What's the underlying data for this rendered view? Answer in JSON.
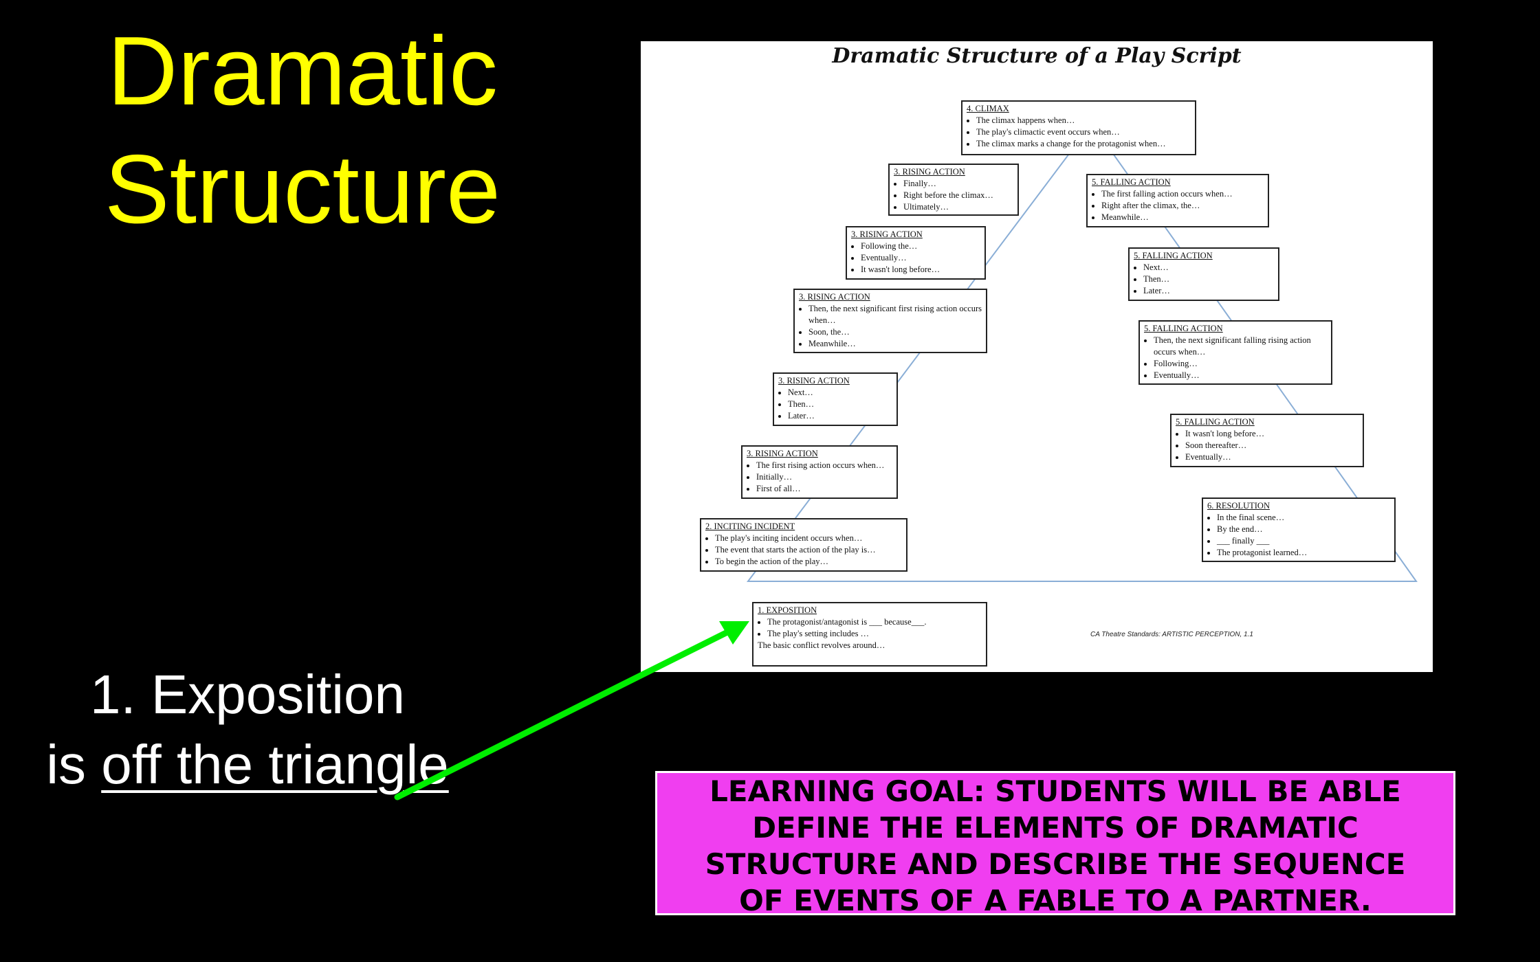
{
  "title": {
    "line1": "Dramatic",
    "line2": "Structure"
  },
  "caption": {
    "line1": "1. Exposition",
    "line2_prefix": "is ",
    "line2_underlined": "off the triangle"
  },
  "worksheet": {
    "title": "Dramatic Structure of a Play Script",
    "boxes": [
      {
        "heading": "4. CLIMAX",
        "items": [
          "The climax happens when…",
          "The play's climactic event occurs when…",
          "The climax marks a change for the protagonist when…"
        ]
      },
      {
        "heading": "3. RISING ACTION",
        "items": [
          "Finally…",
          "Right before the climax…",
          "Ultimately…"
        ]
      },
      {
        "heading": "5. FALLING ACTION",
        "items": [
          "The first falling action occurs when…",
          "Right after the climax, the…",
          "Meanwhile…"
        ]
      },
      {
        "heading": "3. RISING ACTION",
        "items": [
          "Following the…",
          "Eventually…",
          "It wasn't long before…"
        ]
      },
      {
        "heading": "5. FALLING ACTION",
        "items": [
          "Next…",
          "Then…",
          "Later…"
        ]
      },
      {
        "heading": "3. RISING ACTION",
        "items": [
          "Then, the next significant first rising action occurs when…",
          "Soon, the…",
          "Meanwhile…"
        ]
      },
      {
        "heading": "5. FALLING ACTION",
        "items": [
          "Then, the next significant falling rising action occurs when…",
          "Following…",
          "Eventually…"
        ]
      },
      {
        "heading": "3. RISING ACTION",
        "items": [
          "Next…",
          "Then…",
          "Later…"
        ]
      },
      {
        "heading": "5. FALLING ACTION",
        "items": [
          "It wasn't long before…",
          "Soon thereafter…",
          "Eventually…"
        ]
      },
      {
        "heading": "3. RISING ACTION",
        "items": [
          "The first rising action occurs when…",
          "Initially…",
          "First of all…"
        ]
      },
      {
        "heading": "6. RESOLUTION",
        "items": [
          "In the final scene…",
          "By the end…",
          "___ finally ___",
          "The protagonist learned…"
        ]
      },
      {
        "heading": "2. INCITING INCIDENT",
        "items": [
          "The play's inciting incident occurs when…",
          "The event that starts the action of the play is…",
          "To begin the action of the play…"
        ]
      },
      {
        "heading": "1. EXPOSITION",
        "items": [
          "The protagonist/antagonist is ___ because___.",
          "The play's setting includes …"
        ],
        "extra": "The basic conflict revolves around…"
      }
    ],
    "footer": "CA Theatre Standards: ARTISTIC PERCEPTION, 1.1"
  },
  "goal": {
    "lines": [
      "LEARNING GOAL:  STUDENTS WILL BE ABLE",
      "DEFINE THE ELEMENTS OF DRAMATIC",
      "STRUCTURE AND DESCRIBE THE SEQUENCE",
      "OF EVENTS OF A FABLE TO A PARTNER."
    ]
  },
  "colors": {
    "title": "#ffff00",
    "goal_bg": "#f03ef0",
    "arrow": "#00ee00",
    "triangle": "#8aaed6"
  }
}
